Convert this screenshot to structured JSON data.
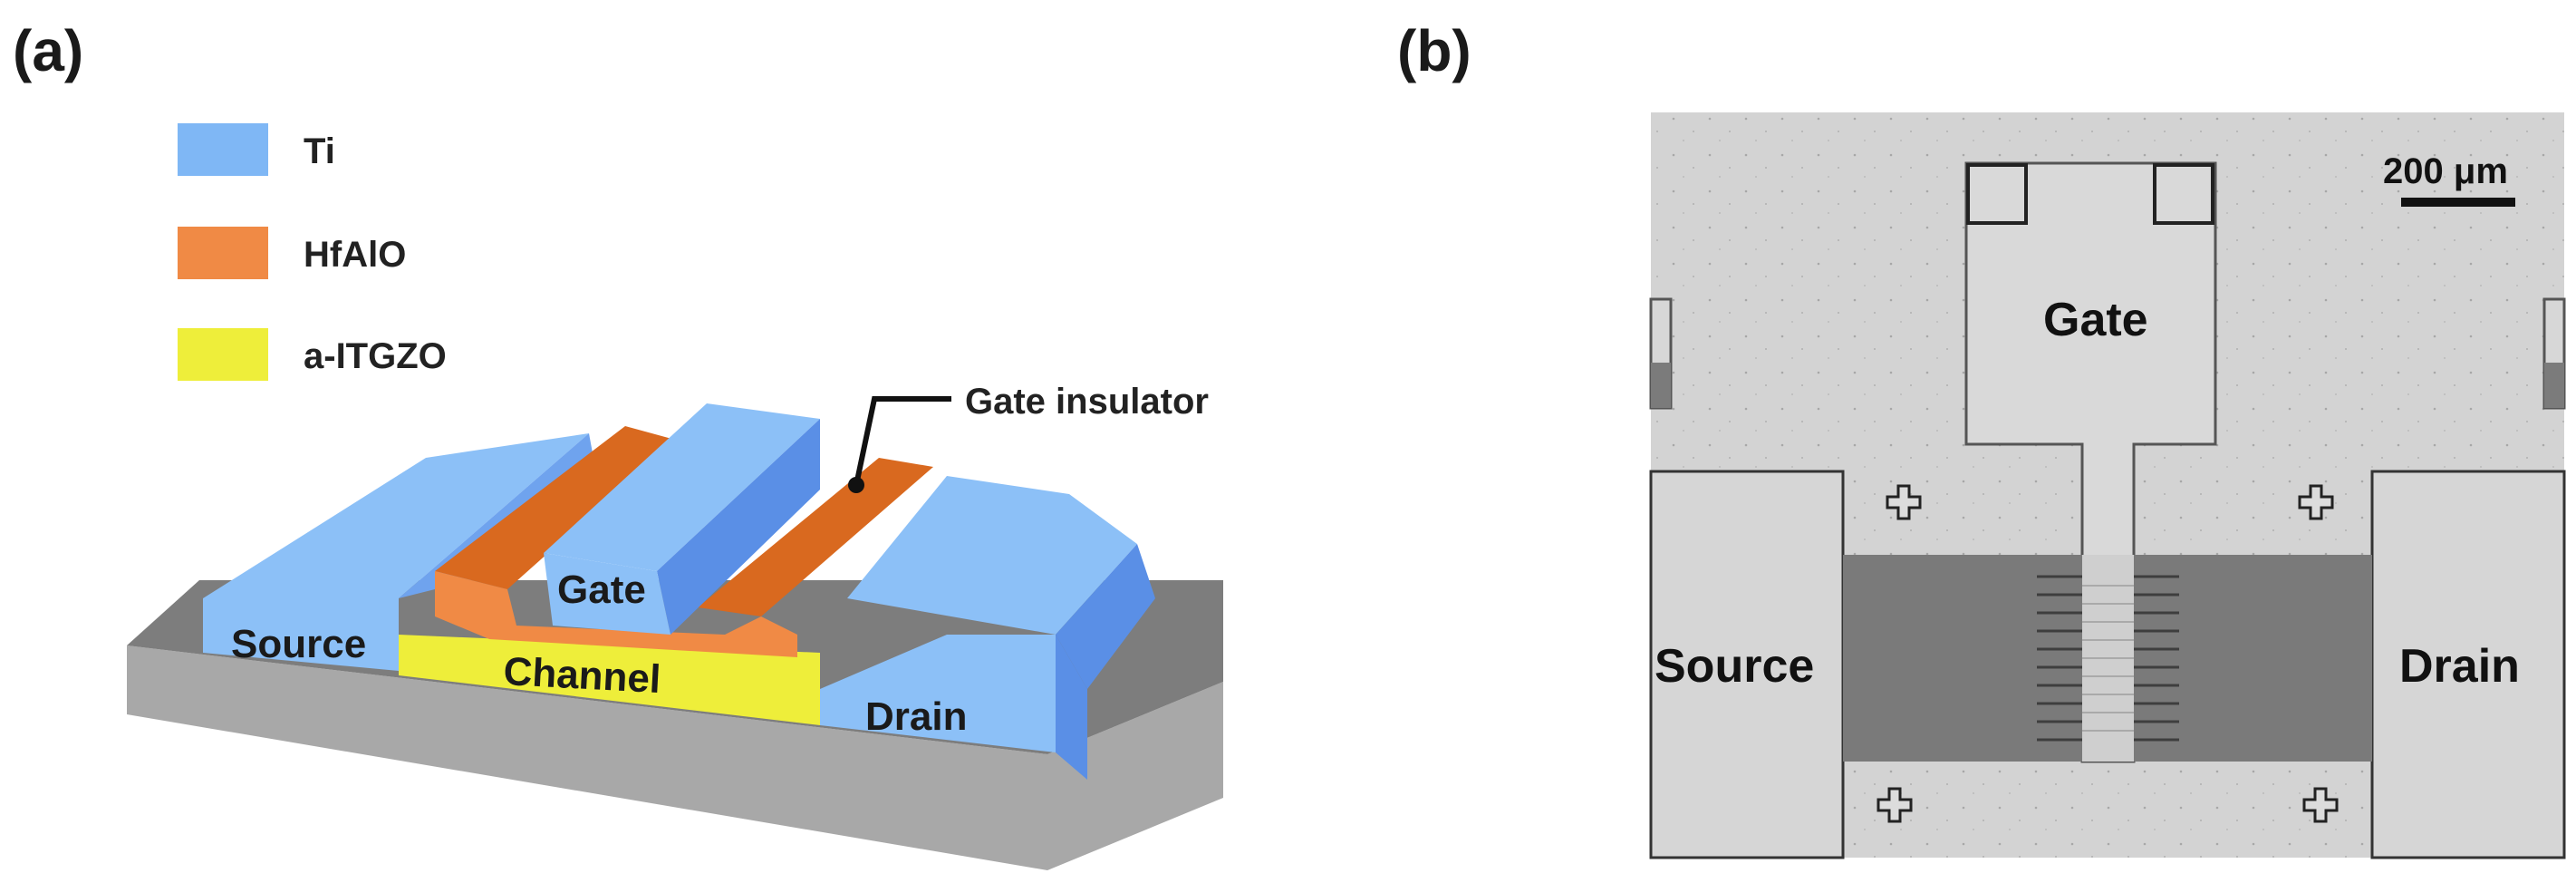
{
  "panels": {
    "a": {
      "label": "(a)"
    },
    "b": {
      "label": "(b)"
    }
  },
  "legend": [
    {
      "label": "Ti",
      "color": "#7fb7f5"
    },
    {
      "label": "HfAlO",
      "color": "#f08a45"
    },
    {
      "label": "a-ITGZO",
      "color": "#eeee3a"
    }
  ],
  "schematic": {
    "gate_label": "Gate",
    "source_label": "Source",
    "drain_label": "Drain",
    "channel_label": "Channel",
    "callout": "Gate insulator"
  },
  "micrograph": {
    "gate_label": "Gate",
    "source_label": "Source",
    "drain_label": "Drain",
    "scale_bar": "200 μm"
  },
  "colors": {
    "ti_top": "#8cc0f7",
    "ti_side": "#5a8fe6",
    "hfalo_top": "#d9691f",
    "hfalo_side": "#f08a45",
    "channel": "#eeee3a",
    "substrate_top": "#7d7d7d",
    "substrate_side": "#a8a8a8"
  }
}
